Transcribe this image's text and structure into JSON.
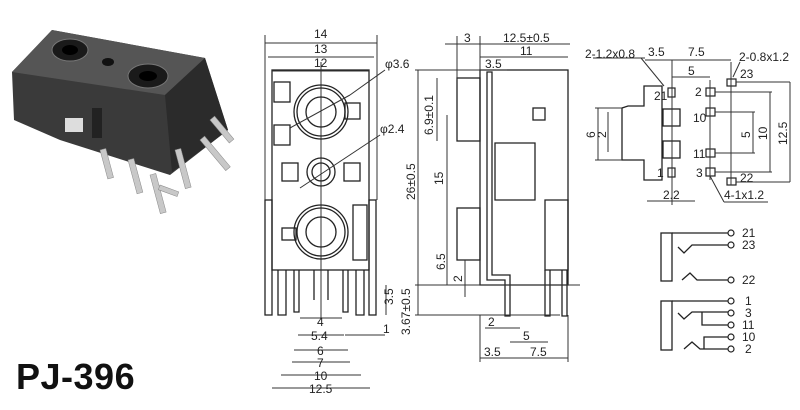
{
  "product": {
    "model": "PJ-396"
  },
  "front_view": {
    "top_dims": [
      "14",
      "13",
      "12"
    ],
    "diameters": [
      "φ3.6",
      "φ2.4"
    ],
    "bottom_dims": [
      "3.5",
      "4",
      "5.4",
      "1",
      "6",
      "7",
      "10",
      "12.5"
    ]
  },
  "side_view": {
    "top_dims": [
      "3",
      "12.5±0.5",
      "11",
      "3.5"
    ],
    "vertical_dims": [
      "26±0.5",
      "6.9±0.1",
      "15",
      "6.5",
      "2",
      "3.67±0.5"
    ],
    "bottom_dims": [
      "2",
      "5",
      "3.5",
      "7.5"
    ]
  },
  "footprint": {
    "callouts": [
      "2-1.2x0.8",
      "2-0.8x1.2",
      "4-1x1.2"
    ],
    "dims": [
      "3.5",
      "7.5",
      "5",
      "2.2",
      "6",
      "2",
      "5",
      "10",
      "12.5"
    ],
    "pins": [
      "21",
      "1",
      "2",
      "10",
      "11",
      "3",
      "23",
      "22"
    ]
  },
  "schematic": {
    "upper_pins": [
      "21",
      "23",
      "22"
    ],
    "lower_pins": [
      "1",
      "3",
      "11",
      "10",
      "2"
    ]
  }
}
